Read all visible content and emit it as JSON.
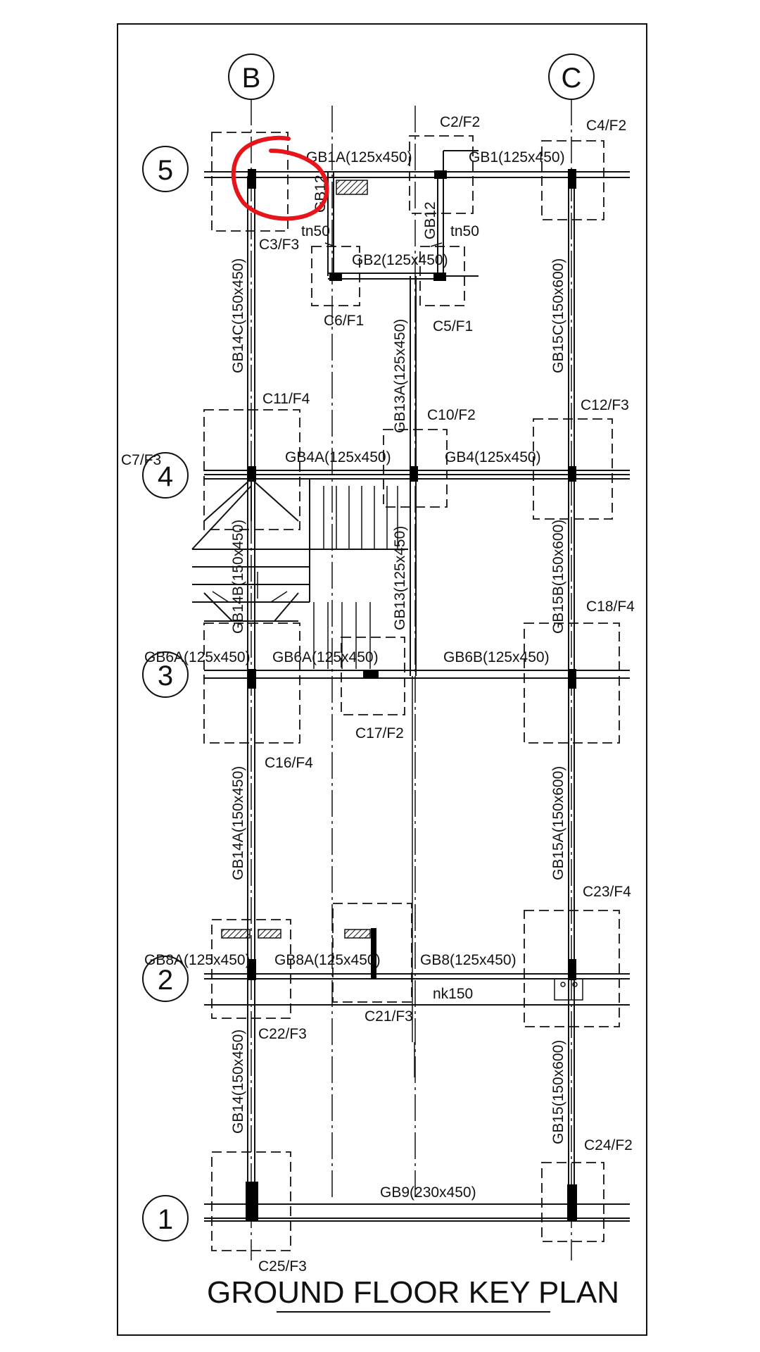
{
  "title": "GROUND FLOOR KEY PLAN",
  "grid": {
    "columns": [
      "B",
      "C"
    ],
    "rows": [
      "5",
      "4",
      "3",
      "2",
      "1"
    ]
  },
  "beams": {
    "gb1a": "GB1A(125x450)",
    "gb1": "GB1(125x450)",
    "gb12a": "GB12",
    "gb12b": "GB12",
    "gb2": "GB2(125x450)",
    "gb14c": "GB14C(150x450)",
    "gb15c": "GB15C(150x600)",
    "gb13a": "GB13A(125x450)",
    "gb4a": "GB4A(125x450)",
    "gb4": "GB4(125x450)",
    "gb14b": "GB14B(150x450)",
    "gb13": "GB13(125x450)",
    "gb15b": "GB15B(150x600)",
    "gb6a_left": "GB6A(125x450)",
    "gb6a_mid": "GB6A(125x450)",
    "gb6b": "GB6B(125x450)",
    "gb14a": "GB14A(150x450)",
    "gb15a": "GB15A(150x600)",
    "gb8a_left": "GB8A(125x450)",
    "gb8a_mid": "GB8A(125x450)",
    "gb8": "GB8(125x450)",
    "gb14": "GB14(150x450)",
    "gb15": "GB15(150x600)",
    "gb9": "GB9(230x450)"
  },
  "columns_labels": {
    "c2": "C2/F2",
    "c4": "C4/F2",
    "c3": "C3/F3",
    "c6": "C6/F1",
    "c5": "C5/F1",
    "c11": "C11/F4",
    "c10": "C10/F2",
    "c12": "C12/F3",
    "c7": "C7/F3",
    "c18": "C18/F4",
    "c17": "C17/F2",
    "c16": "C16/F4",
    "c23": "C23/F4",
    "c21": "C21/F3",
    "c22": "C22/F3",
    "c24": "C24/F2",
    "c25": "C25/F3"
  },
  "notes": {
    "tn50_left": "tn50",
    "tn50_right": "tn50",
    "nk150": "nk150"
  },
  "colors": {
    "ink": "#111111",
    "markup": "#e8141c"
  }
}
